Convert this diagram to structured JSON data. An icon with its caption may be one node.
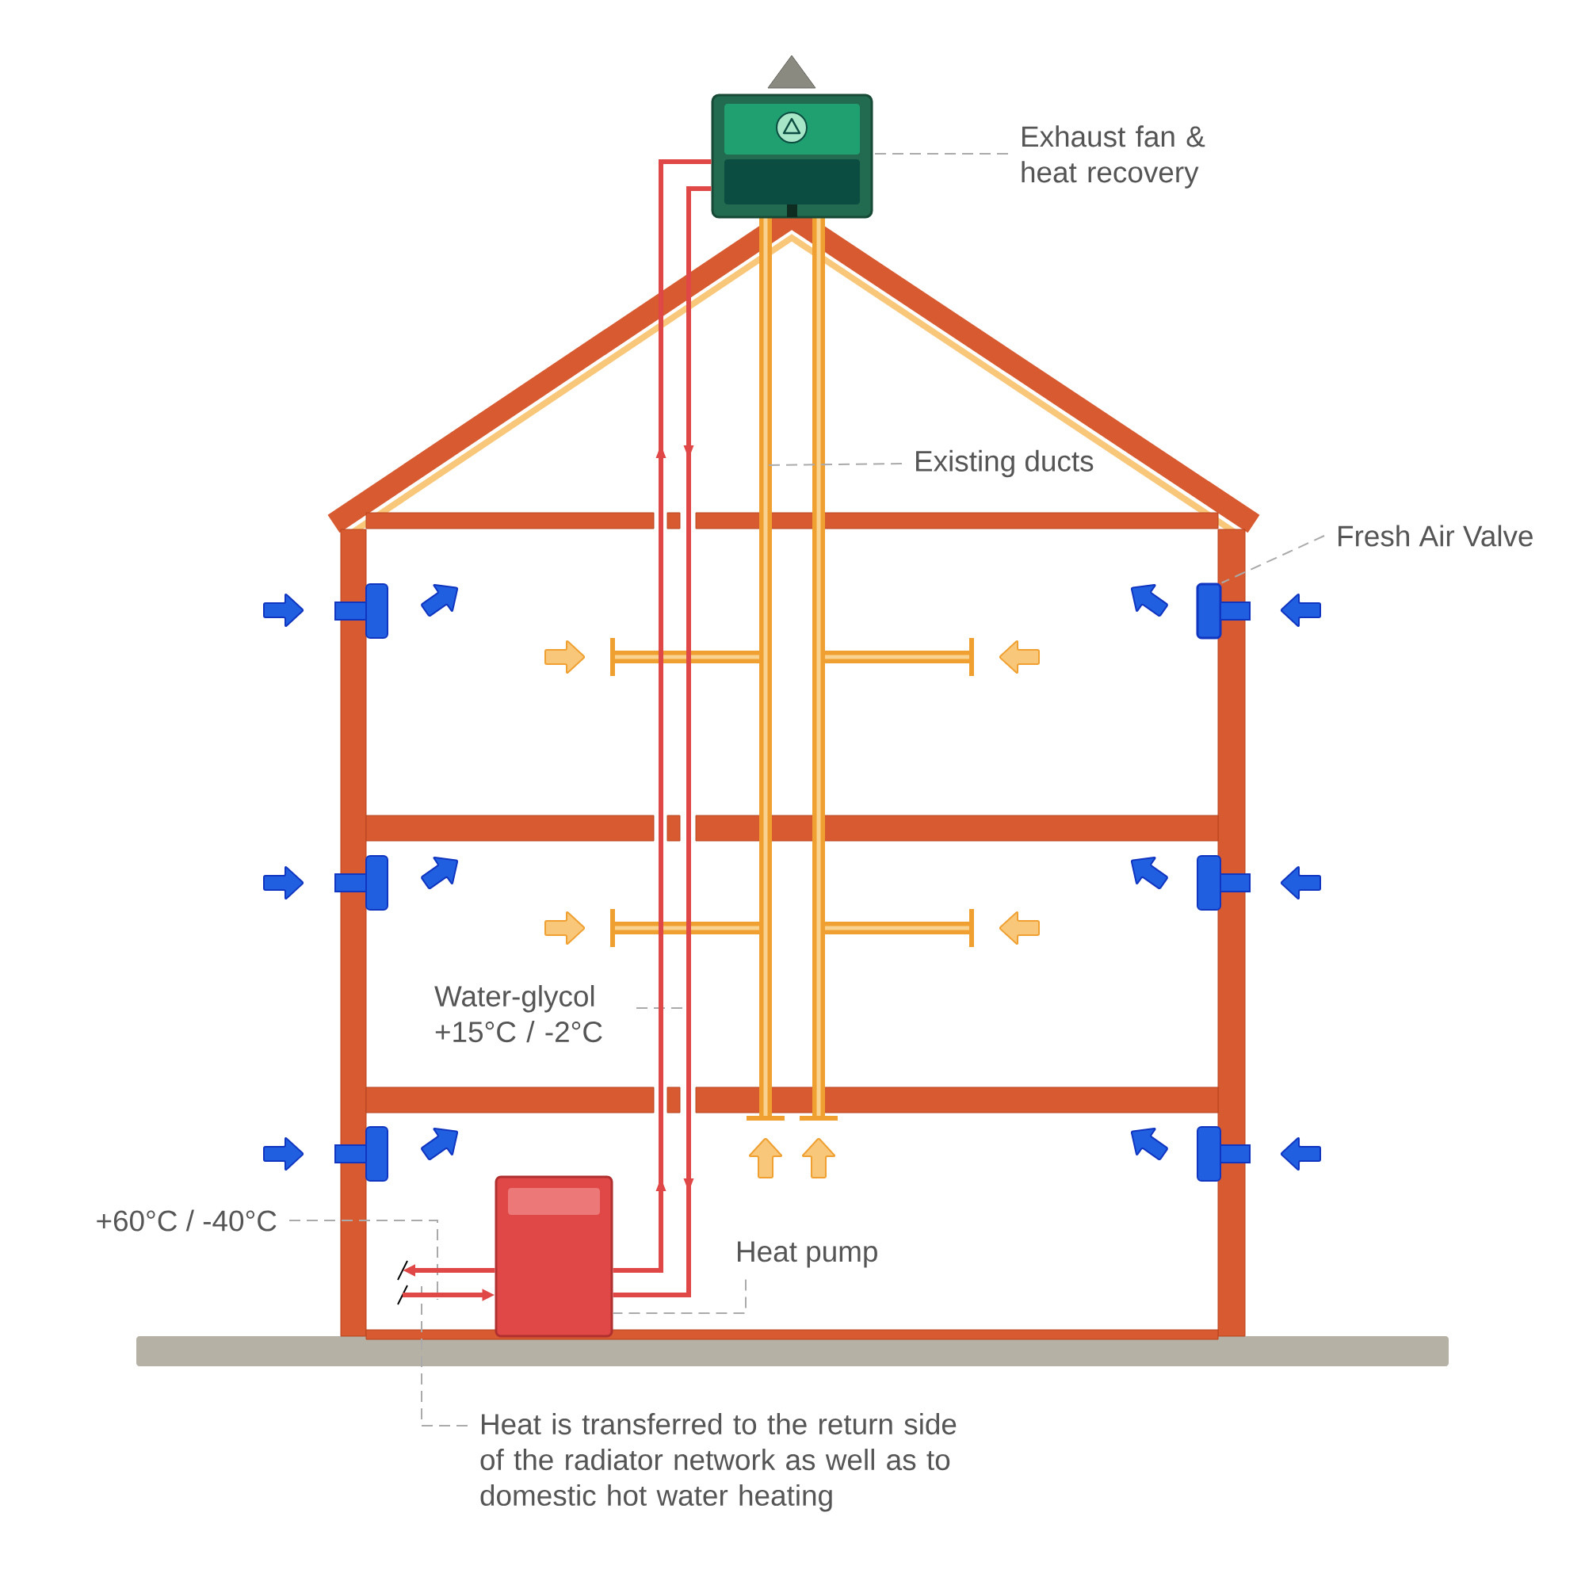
{
  "diagram": {
    "nodes": [
      {
        "text": [],
        "shape": "box"
      },
      {
        "text": [
          "Exhaust fan & heat recovery"
        ]
      },
      {
        "text": [
          "Existing ducts"
        ]
      },
      {
        "text": [
          "Fresh Air Valve"
        ]
      },
      {
        "text": [],
        "shape": "box"
      },
      {
        "text": [
          "Water-glycol +15°C / -2°C"
        ]
      },
      {
        "text": [
          "+60°C / -40°C"
        ]
      },
      {
        "text": [],
        "shape": "box"
      },
      {
        "text": [
          "Heat pump"
        ]
      },
      {
        "text": [
          "Heat is transferred to the return side of the radiator network as well as to domestic hot water heating"
        ]
      }
    ],
    "edges": [
      {
        "from": 1,
        "to": 0,
        "arrow": "none",
        "style": "dashed"
      },
      {
        "from": 2,
        "to": null,
        "arrow": "none",
        "style": "dashed"
      },
      {
        "from": 3,
        "to": 4,
        "arrow": "none",
        "style": "dashed"
      },
      {
        "from": 5,
        "to": null,
        "arrow": "none",
        "style": "dashed"
      },
      {
        "from": 6,
        "to": null,
        "arrow": "none",
        "style": "dashed"
      },
      {
        "from": 8,
        "to": 7,
        "arrow": "none",
        "style": "dashed"
      },
      {
        "from": 9,
        "to": null,
        "arrow": "none",
        "style": "dashed"
      },
      {
        "from": 7,
        "to": 0,
        "arrow": "to",
        "style": "thick",
        "color": "#e04848"
      },
      {
        "from": 0,
        "to": 7,
        "arrow": "to",
        "style": "thick",
        "color": "#e04848"
      },
      {
        "from": 7,
        "to": null,
        "arrow": "to",
        "style": "thick",
        "color": "#e04848"
      },
      {
        "from": null,
        "to": 7,
        "arrow": "to",
        "style": "thick",
        "color": "#e04848"
      }
    ]
  }
}
